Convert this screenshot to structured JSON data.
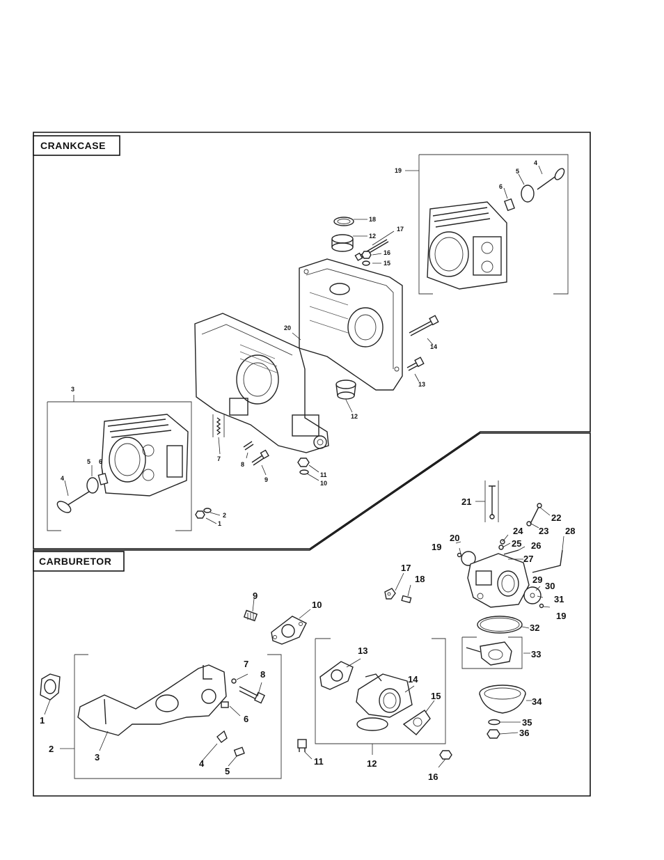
{
  "sections": [
    {
      "id": "crankcase",
      "title": "CRANKCASE"
    },
    {
      "id": "carburetor",
      "title": "CARBURETOR"
    }
  ],
  "crankcase_labels": [
    "19",
    "4",
    "5",
    "6",
    "18",
    "12",
    "17",
    "16",
    "15",
    "20",
    "14",
    "13",
    "12",
    "3",
    "7",
    "5",
    "6",
    "8",
    "9",
    "11",
    "10",
    "4",
    "2",
    "1"
  ],
  "carburetor_labels": [
    "21",
    "22",
    "23",
    "24",
    "25",
    "26",
    "20",
    "19",
    "28",
    "27",
    "17",
    "18",
    "29",
    "30",
    "31",
    "19",
    "9",
    "10",
    "32",
    "33",
    "13",
    "14",
    "15",
    "7",
    "8",
    "6",
    "1",
    "2",
    "3",
    "4",
    "5",
    "11",
    "12",
    "16",
    "34",
    "35",
    "36"
  ]
}
